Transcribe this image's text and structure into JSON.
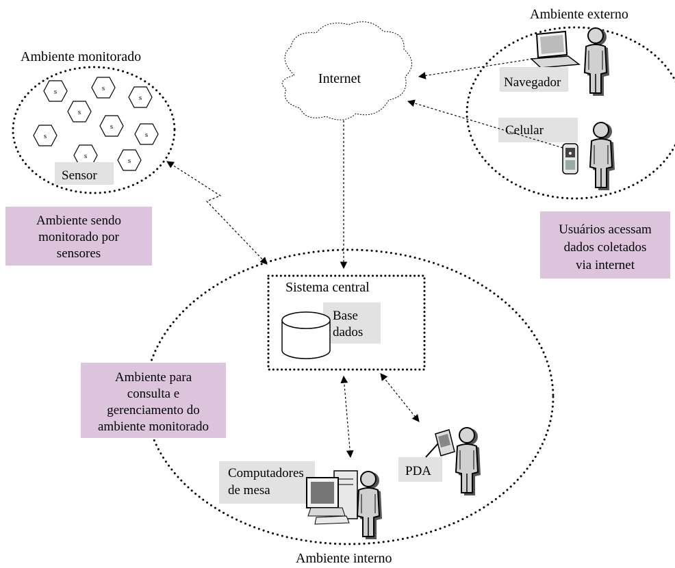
{
  "diagram": {
    "ambiente_monitorado": {
      "title": "Ambiente monitorado",
      "sensor_glyph": "s",
      "sensor_label": "Sensor",
      "note": [
        "Ambiente sendo",
        "monitorado por",
        "sensores"
      ]
    },
    "internet": {
      "label": "Internet"
    },
    "ambiente_externo": {
      "title": "Ambiente externo",
      "navegador_label": "Navegador",
      "celular_label": "Celular",
      "note": [
        "Usuários acessam",
        "dados coletados",
        "via internet"
      ]
    },
    "ambiente_interno": {
      "title": "Ambiente interno",
      "sistema_central": "Sistema central",
      "base_dados": [
        "Base",
        "dados"
      ],
      "computadores": [
        "Computadores",
        "de mesa"
      ],
      "pda_label": "PDA",
      "note": [
        "Ambiente para",
        "consulta e",
        "gerenciamento do",
        "ambiente monitorado"
      ]
    },
    "colors": {
      "note_fill": "#dcc4dc",
      "label_box_fill": "#e2e2e2",
      "user_fill": "#c8c8c8",
      "line": "#000000"
    },
    "icons": [
      "sensor-hexagon-icon",
      "cloud-icon",
      "laptop-icon",
      "mobile-phone-icon",
      "pda-icon",
      "desktop-computer-icon",
      "database-icon",
      "user-icon"
    ]
  }
}
